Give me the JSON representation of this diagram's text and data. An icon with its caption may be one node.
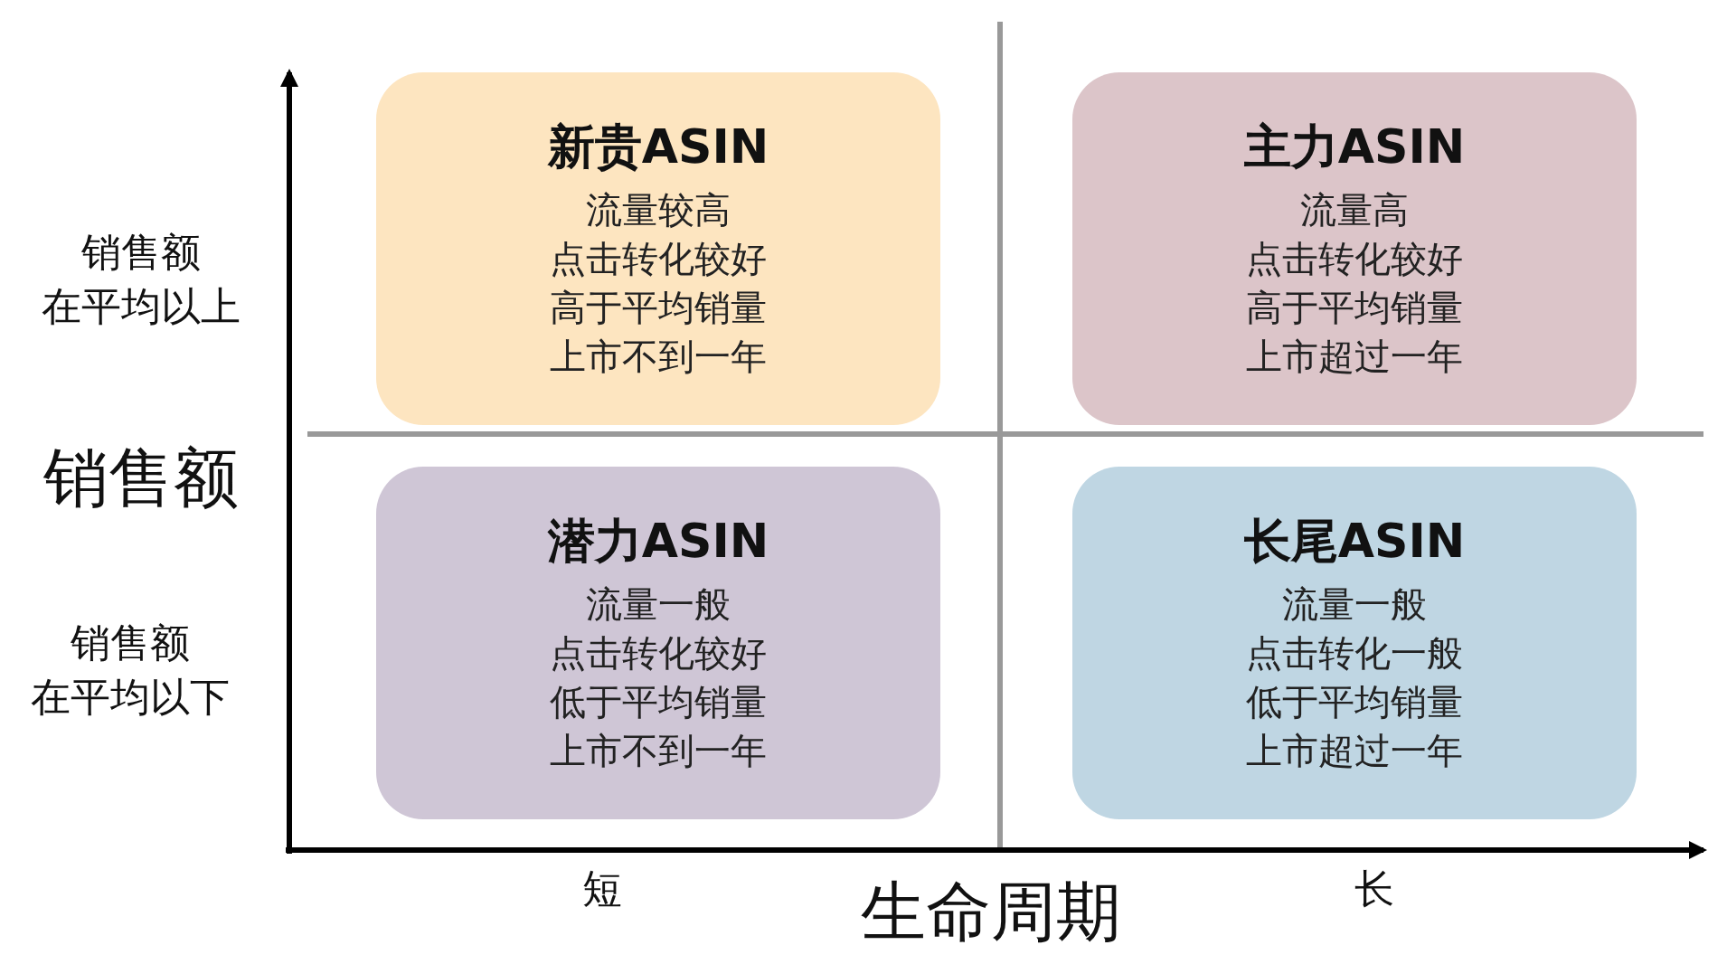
{
  "diagram": {
    "nodes": [
      {
        "text": [
          "新贵ASIN",
          "流量较高",
          "点击转化较好",
          "高于平均销量",
          "上市不到一年"
        ]
      },
      {
        "text": [
          "主力ASIN",
          "流量高",
          "点击转化较好",
          "高于平均销量",
          "上市超过一年"
        ]
      },
      {
        "text": [
          "潜力ASIN",
          "流量一般",
          "点击转化较好",
          "低于平均销量",
          "上市不到一年"
        ]
      },
      {
        "text": [
          "长尾ASIN",
          "流量一般",
          "点击转化一般",
          "低于平均销量",
          "上市超过一年"
        ]
      }
    ],
    "edges": [],
    "labels": [
      "销售额",
      "在平均以上",
      "销售额",
      "销售额",
      "在平均以下",
      "短",
      "生命周期",
      "长"
    ]
  }
}
